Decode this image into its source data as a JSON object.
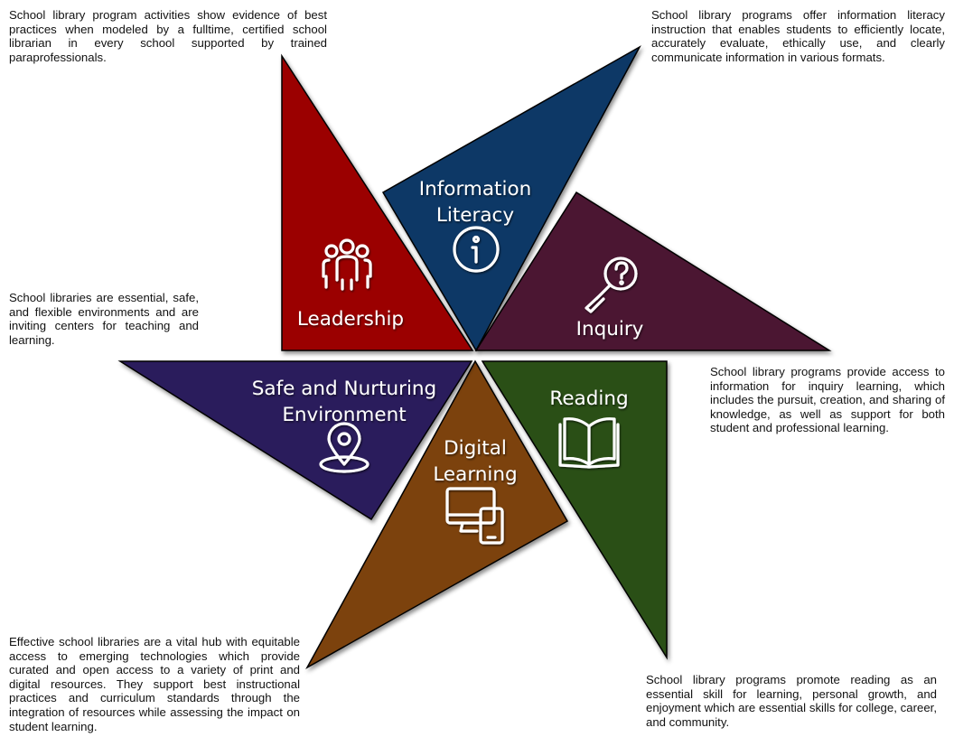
{
  "pillars": {
    "leadership": {
      "label": "Leadership",
      "color": "#9B0000",
      "icon": "people-group-icon",
      "description": "School library program activities show evidence of best practices when modeled by a fulltime, certified school librarian in every school supported by trained paraprofessionals."
    },
    "information_literacy": {
      "label_line1": "Information",
      "label_line2": "Literacy",
      "color": "#0C3966",
      "icon": "info-icon",
      "description": "School library programs offer information literacy instruction that enables students to efficiently locate, accurately evaluate, ethically use, and clearly communicate information in various formats."
    },
    "inquiry": {
      "label": "Inquiry",
      "color": "#4C1530",
      "icon": "magnifier-question-icon",
      "description": "School library programs provide access to information for inquiry learning, which includes the pursuit, creation, and sharing of knowledge, as well as support for both student and professional learning."
    },
    "reading": {
      "label": "Reading",
      "color": "#2A5018",
      "icon": "open-book-icon",
      "description": "School library programs promote reading as an essential skill for learning, personal growth, and enjoyment which are essential skills for college, career, and community."
    },
    "digital_learning": {
      "label_line1": "Digital",
      "label_line2": "Learning",
      "color": "#7B420A",
      "icon": "devices-icon",
      "description": "Effective school libraries are a vital hub with equitable access to emerging technologies which provide curated and open access to a variety of print and digital resources. They support best instructional practices and curriculum standards through the integration of resources while assessing the impact on student learning."
    },
    "safe_nurturing": {
      "label_line1": "Safe and Nurturing",
      "label_line2": "Environment",
      "color": "#2C1A5C",
      "icon": "map-pin-icon",
      "description": "School libraries are essential, safe, and flexible environments and are inviting centers for teaching and learning."
    }
  }
}
